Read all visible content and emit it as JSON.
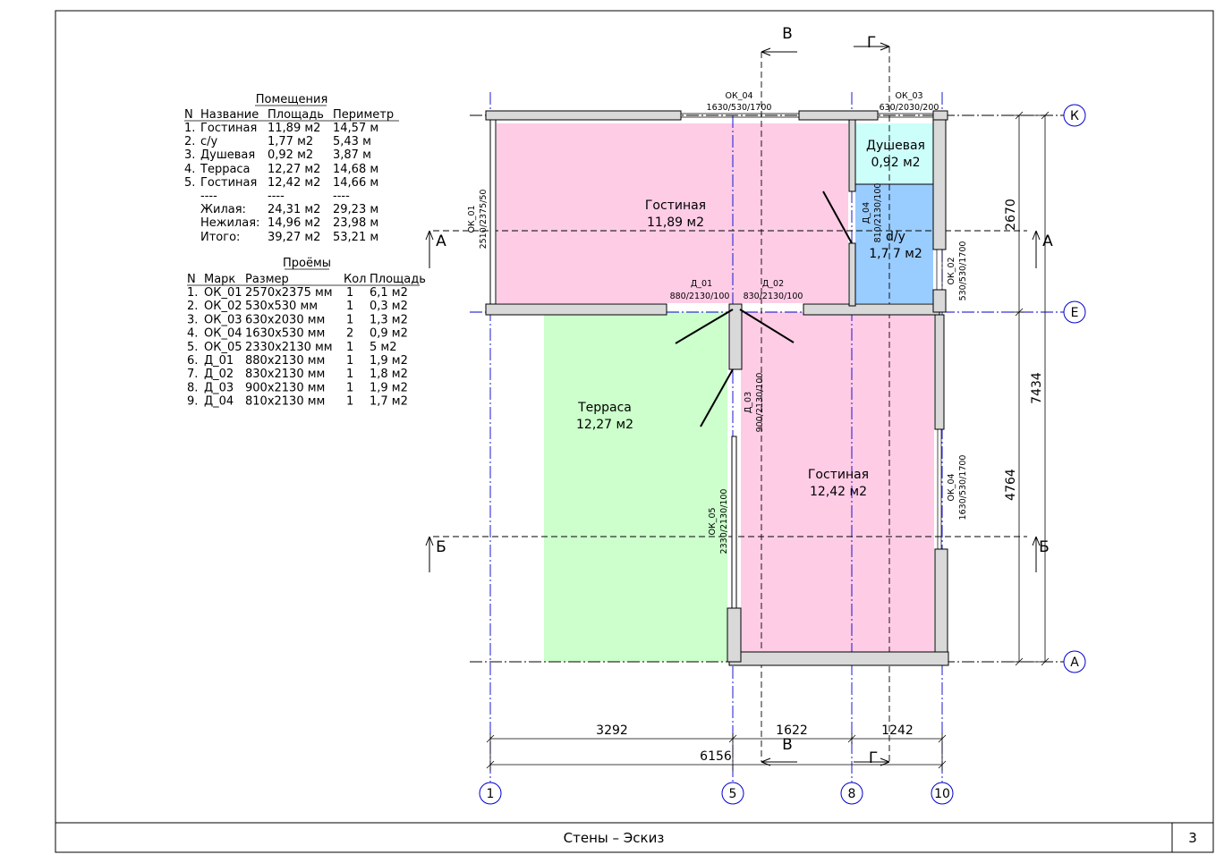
{
  "sheet": {
    "title": "Стены – Эскиз",
    "page_number": "3"
  },
  "rooms_table": {
    "title": "Помещения",
    "headers": [
      "N",
      "Название",
      "Площадь",
      "Периметр"
    ],
    "rows": [
      [
        "1.",
        "Гостиная",
        "11,89 м2",
        "14,57 м"
      ],
      [
        "2.",
        "с/у",
        "1,77 м2",
        "5,43 м"
      ],
      [
        "3.",
        "Душевая",
        "0,92 м2",
        "3,87 м"
      ],
      [
        "4.",
        "Терраса",
        "12,27 м2",
        "14,68 м"
      ],
      [
        "5.",
        "Гостиная",
        "12,42 м2",
        "14,66 м"
      ]
    ],
    "separator": [
      "----",
      "----",
      "----"
    ],
    "totals": [
      [
        "Жилая:",
        "24,31 м2",
        "29,23 м"
      ],
      [
        "Нежилая:",
        "14,96 м2",
        "23,98 м"
      ],
      [
        "Итого:",
        "39,27 м2",
        "53,21 м"
      ]
    ]
  },
  "openings_table": {
    "title": "Проёмы",
    "headers": [
      "N",
      "Марк",
      "Размер",
      "Кол",
      "Площадь"
    ],
    "rows": [
      [
        "1.",
        "ОК_01",
        "2570х2375 мм",
        "1",
        "6,1 м2"
      ],
      [
        "2.",
        "ОК_02",
        "530х530 мм",
        "1",
        "0,3 м2"
      ],
      [
        "3.",
        "ОК_03",
        "630х2030 мм",
        "1",
        "1,3 м2"
      ],
      [
        "4.",
        "ОК_04",
        "1630х530 мм",
        "2",
        "0,9 м2"
      ],
      [
        "5.",
        "ОК_05",
        "2330х2130 мм",
        "1",
        "5 м2"
      ],
      [
        "6.",
        "Д_01",
        "880х2130 мм",
        "1",
        "1,9 м2"
      ],
      [
        "7.",
        "Д_02",
        "830х2130 мм",
        "1",
        "1,8 м2"
      ],
      [
        "8.",
        "Д_03",
        "900х2130 мм",
        "1",
        "1,9 м2"
      ],
      [
        "9.",
        "Д_04",
        "810х2130 мм",
        "1",
        "1,7 м2"
      ]
    ]
  },
  "plan": {
    "room_labels": [
      {
        "name": "Гостиная",
        "area": "11,89 м2"
      },
      {
        "name": "Душевая",
        "area": "0,92 м2"
      },
      {
        "name": "d/y",
        "area": "1,7 7 м2"
      },
      {
        "name": "Терраса",
        "area": "12,27 м2"
      },
      {
        "name": "Гостиная",
        "area": "12,42 м2"
      }
    ],
    "opening_notes": {
      "ok04_top_name": "ОК_04",
      "ok04_top_size": "1630/530/1700",
      "ok03_name": "ОК_03",
      "ok03_size": "630/2030/200",
      "ok01_name": "ОК_01",
      "ok01_size": "2510/2375/50",
      "d04_name": "Д_04",
      "d04_size": "810/2130/100",
      "ok02_name": "ОК_02",
      "ok02_size": "530/530/1700",
      "d01_name": "Д_01",
      "d01_size": "880/2130/100",
      "d02_name": "Д_02",
      "d02_size": "830/2130/100",
      "d03_name": "Д_03",
      "d03_size": "900/2130/100",
      "ok04_right_name": "ОК_04",
      "ok04_right_size": "1630/530/1700",
      "ok05_name": "ОК_05",
      "ok05_size": "2330/2130/100"
    },
    "axes_horizontal": [
      "К",
      "Е",
      "А"
    ],
    "axes_vertical": [
      "1",
      "5",
      "8",
      "10"
    ],
    "dimensions": {
      "bottom_1": "3292",
      "bottom_2": "1622",
      "bottom_3": "1242",
      "bottom_total": "6156",
      "right_1": "2670",
      "right_2": "4764",
      "right_total": "7434"
    },
    "sections": {
      "a_left": "А",
      "a_right": "А",
      "b_left": "Б",
      "b_right": "Б",
      "v_top": "В",
      "v_bottom": "В",
      "g_top": "Г",
      "g_bottom": "Г"
    },
    "colors": {
      "living": "#ffcce6",
      "shower": "#ccfffa",
      "wc": "#99ccff",
      "terrace": "#ccffcc",
      "axis": "#0000cc"
    }
  }
}
